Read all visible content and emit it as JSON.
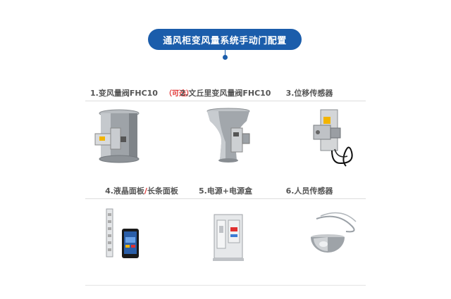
{
  "header": {
    "title": "通风柜变风量系统手动门配置"
  },
  "items": [
    {
      "label": "1.变风量阀FHC10",
      "note": "（可选）",
      "icon": "damper-valve-icon"
    },
    {
      "label": "2.文丘里变风量阀FHC10",
      "icon": "venturi-valve-icon"
    },
    {
      "label": "3.位移传感器",
      "icon": "displacement-sensor-icon"
    },
    {
      "label_a": "4.液晶面板",
      "label_sep": "/",
      "label_b": "长条面板",
      "icon": "lcd-panel-icon"
    },
    {
      "label": "5.电源+电源盒",
      "icon": "power-box-icon"
    },
    {
      "label": "6.人员传感器",
      "icon": "presence-sensor-icon"
    }
  ],
  "colors": {
    "accent": "#1b5dab",
    "highlight": "#e03030"
  }
}
